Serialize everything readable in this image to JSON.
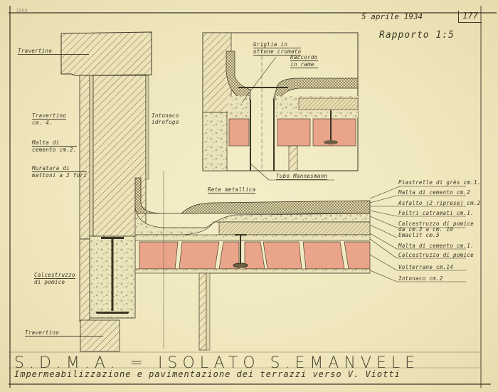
{
  "sheet": {
    "stamp": "1898",
    "date": "5 aprile 1934",
    "sheet_number": "177",
    "scale": "Rapporto 1:5",
    "title": "S.D.M.A. = ISOLATO S.EMANVELE",
    "subtitle": "Impermeabilizzazione e pavimentazione dei terrazzi verso V. Viotti"
  },
  "colors": {
    "paper": "#efe7c0",
    "ink": "#3a3424",
    "brick": "#e9a48a",
    "concrete": "#e8e0b8"
  },
  "left_labels": [
    {
      "id": "travertino-top",
      "lines": [
        "Travertino"
      ]
    },
    {
      "id": "travertino-4",
      "lines": [
        "Travertino",
        "cm. 4."
      ]
    },
    {
      "id": "malta-cemento-2",
      "lines": [
        "Malta di",
        "cemento cm.2."
      ]
    },
    {
      "id": "muratura",
      "lines": [
        "Muratura di",
        "mattoni a 2 fori"
      ]
    },
    {
      "id": "calcestruzzo-pomice-left",
      "lines": [
        "Calcestruzzo",
        "di pomice"
      ]
    },
    {
      "id": "travertino-bottom",
      "lines": [
        "Travertino"
      ]
    }
  ],
  "wall_labels": [
    {
      "id": "intonaco-idrofugo",
      "lines": [
        "Intonaco",
        "idrofugo"
      ]
    }
  ],
  "detail_labels": [
    {
      "id": "griglia",
      "lines": [
        "Griglia in",
        "ottone cromato"
      ]
    },
    {
      "id": "raccordo",
      "lines": [
        "Raccordo",
        "in rame"
      ]
    },
    {
      "id": "tubo",
      "lines": [
        "Tubo Mannesmann"
      ]
    },
    {
      "id": "rete",
      "lines": [
        "Rete metallica"
      ]
    }
  ],
  "right_labels": [
    {
      "id": "piastrelle",
      "text": "Piastrelle di grès cm.1."
    },
    {
      "id": "malta-2",
      "text": "Malta di cemento cm.2"
    },
    {
      "id": "asfalto",
      "text": "Asfalto (2 riprese) cm.2"
    },
    {
      "id": "feltri",
      "text": "Feltri catramati cm.1."
    },
    {
      "id": "calcestruzzo-pomice-1",
      "text": "Calcestruzzo di pomice"
    },
    {
      "id": "calcestruzzo-pomice-2",
      "text": "da cm.3 a cm. 10"
    },
    {
      "id": "emaclit",
      "text": "Emaclit cm.5"
    },
    {
      "id": "malta-1",
      "text": "Malta di cemento cm.1."
    },
    {
      "id": "calcestruzzo-pomice-3",
      "text": "Calcestruzzo di pomice"
    },
    {
      "id": "volterrane",
      "text": "Volterrane cm.14"
    },
    {
      "id": "intonaco-2",
      "text": "Intonaco cm.2"
    }
  ]
}
